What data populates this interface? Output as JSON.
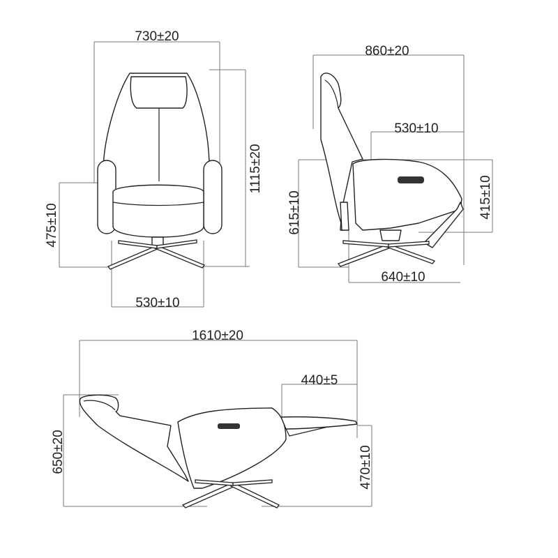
{
  "front_view": {
    "overall_width": "730±20",
    "overall_height": "1115±20",
    "seat_height": "475±10",
    "seat_width": "530±10"
  },
  "side_view": {
    "overall_depth": "860±20",
    "seat_depth": "530±10",
    "arm_height": "615±10",
    "seat_side_height": "415±10",
    "base_depth": "640±10"
  },
  "reclined_view": {
    "overall_length": "1610±20",
    "footrest_length": "440±5",
    "reclined_height": "650±20",
    "footrest_height": "470±10"
  }
}
